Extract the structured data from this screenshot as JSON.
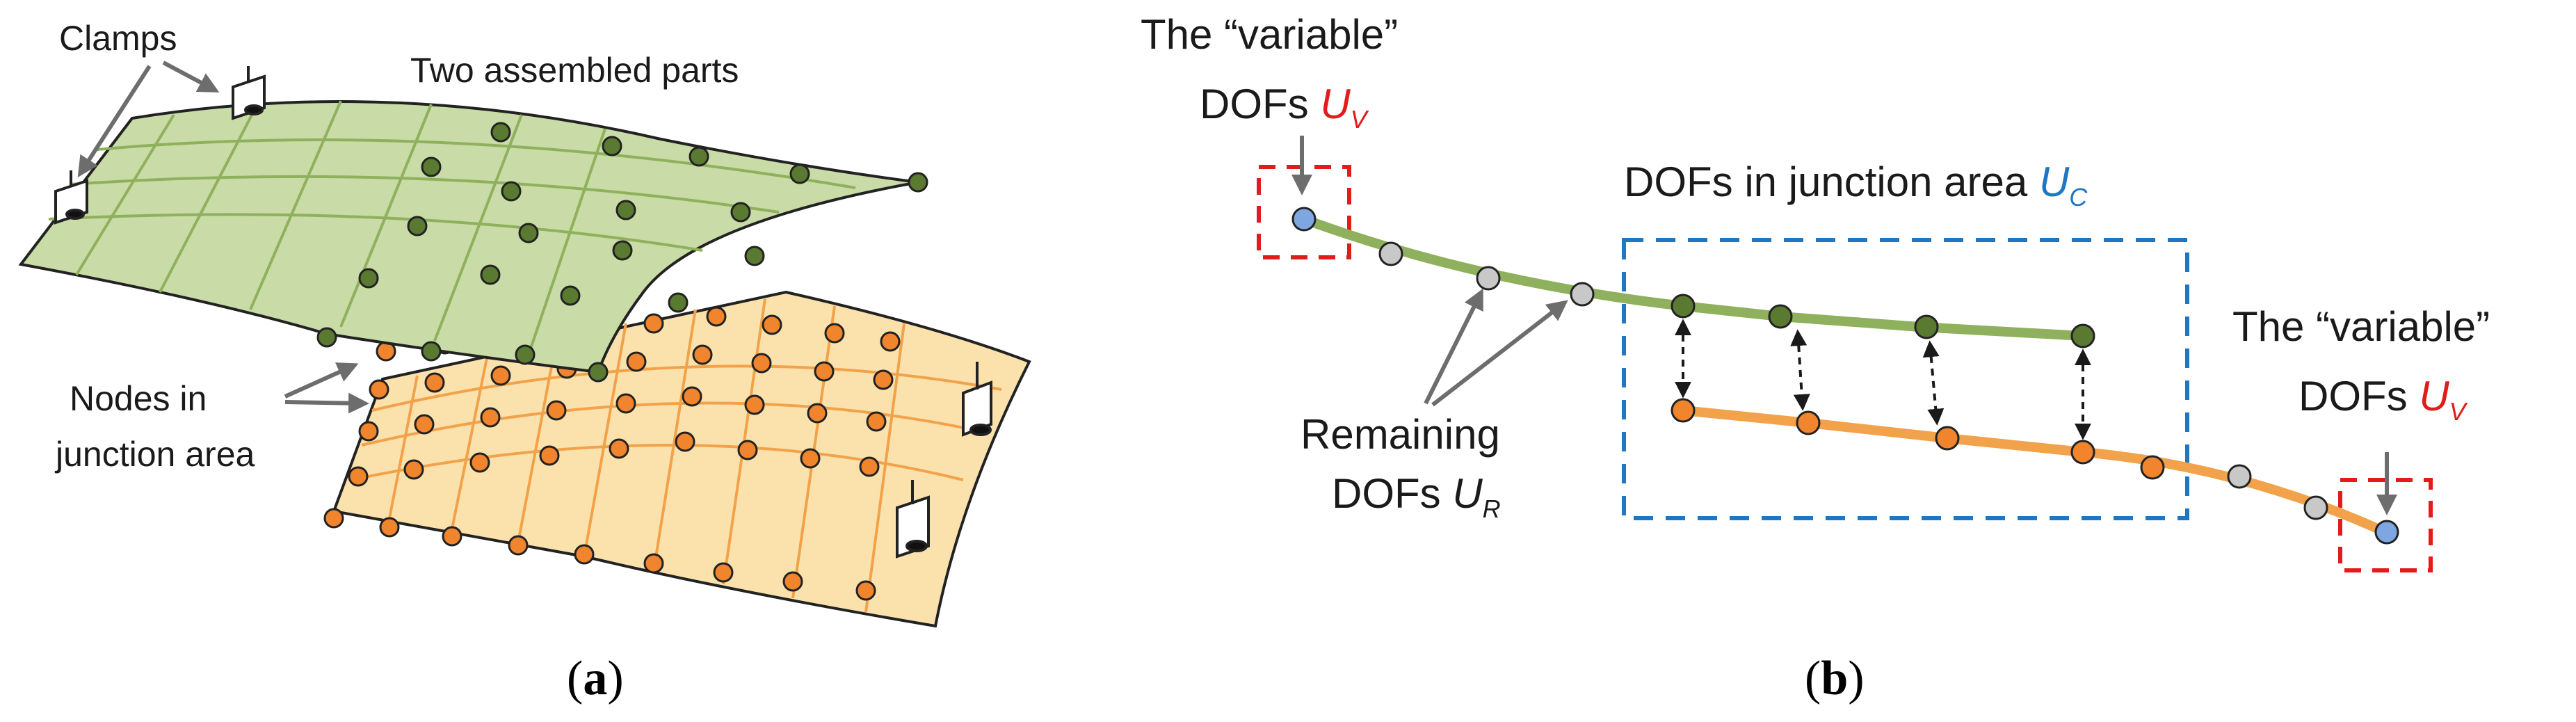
{
  "colors": {
    "green_fill": "#c9dba6",
    "green_line": "#8fb05c",
    "green_node": "#5a7a32",
    "orange_fill": "#fbe2ad",
    "orange_line": "#f2a24a",
    "orange_node": "#f0852d",
    "gray_node": "#c8c8c8",
    "blue_node": "#7ea6e0",
    "red_accent": "#e31b1b",
    "blue_accent": "#1f77c4",
    "arrow_gray": "#6d6d6d"
  },
  "panel_a": {
    "label_clamps": "Clamps",
    "label_parts": "Two assembled parts",
    "label_nodes_line1": "Nodes in",
    "label_nodes_line2": "junction area",
    "caption_open": "(",
    "caption_letter": "a",
    "caption_close": ")"
  },
  "panel_b": {
    "variable_left_line1": "The “variable”",
    "variable_left_dofs": "DOFs ",
    "variable_symbol": "U",
    "variable_subscript": "V",
    "junction_text": "DOFs in junction area ",
    "junction_symbol": "U",
    "junction_subscript": "C",
    "remaining_line1": "Remaining",
    "remaining_dofs": "DOFs ",
    "remaining_symbol": "U",
    "remaining_subscript": "R",
    "variable_right_line1": "The “variable”",
    "variable_right_dofs": "DOFs ",
    "caption_open": "(",
    "caption_letter": "b",
    "caption_close": ")"
  }
}
